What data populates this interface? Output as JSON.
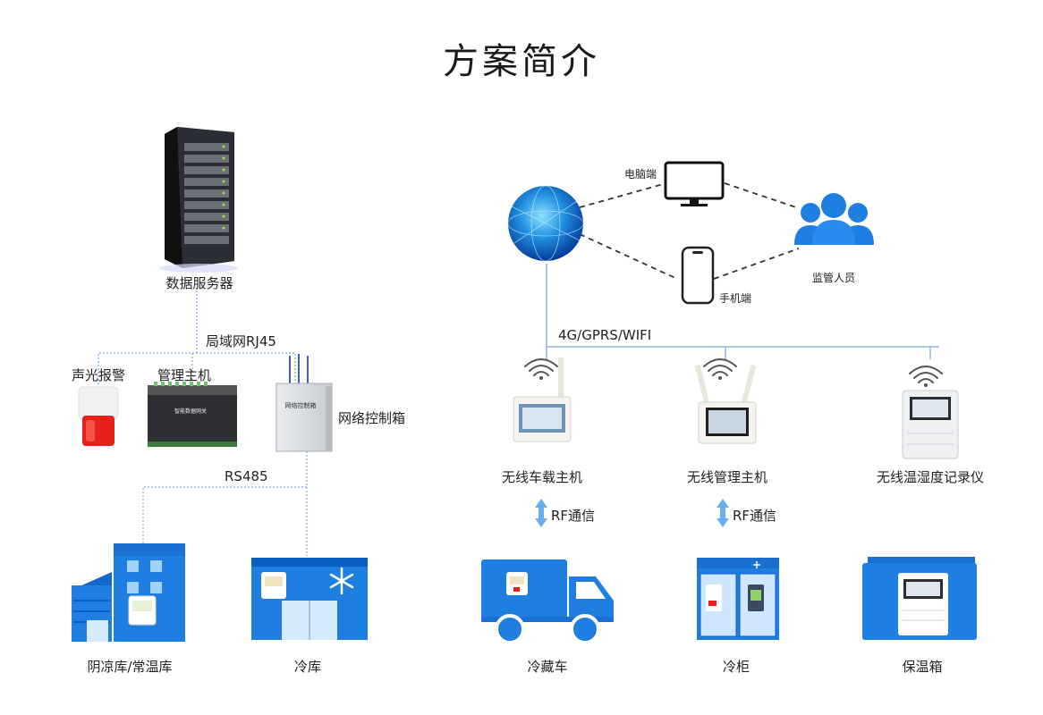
{
  "title": "方案简介",
  "labels": {
    "server": "数据服务器",
    "lan": "局域网RJ45",
    "alarm": "声光报警",
    "host": "管理主机",
    "netbox": "网络控制箱",
    "rs485": "RS485",
    "warehouse": "阴凉库/常温库",
    "coldroom": "冷库",
    "pc": "电脑端",
    "phone": "手机端",
    "supervisor": "监管人员",
    "network": "4G/GPRS/WIFI",
    "vehicle_host": "无线车载主机",
    "wireless_host": "无线管理主机",
    "logger": "无线温湿度记录仪",
    "rf1": "RF通信",
    "rf2": "RF通信",
    "truck": "冷藏车",
    "cabinet": "冷柜",
    "coolbox": "保温箱"
  },
  "device_text": {
    "host_face": "智能数据网关",
    "netbox_face": "网络控制箱"
  },
  "colors": {
    "accent_blue": "#1e7fe0",
    "dark_blue": "#0b5fc0",
    "line_blue": "#8fb8e8",
    "dash": "#333333",
    "alarm_red": "#e8201c"
  },
  "icons": [
    "server-rack-icon",
    "alarm-icon",
    "gateway-icon",
    "cabinet-box-icon",
    "building-icon",
    "cold-room-icon",
    "globe-icon",
    "monitor-icon",
    "phone-icon",
    "people-icon",
    "wifi-icon",
    "truck-icon",
    "fridge-icon",
    "cool-box-icon",
    "double-arrow-icon"
  ]
}
